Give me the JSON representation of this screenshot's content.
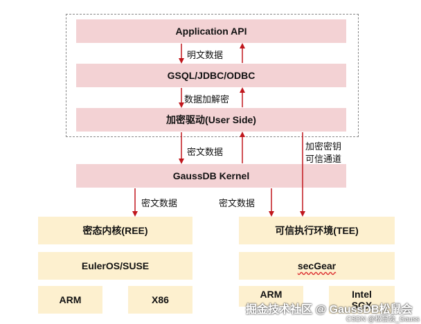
{
  "boxes": {
    "app_api": "Application API",
    "gsql": "GSQL/JDBC/ODBC",
    "driver": "加密驱动(User Side)",
    "kernel": "GaussDB Kernel",
    "ree": "密态内核(REE)",
    "euler": "EulerOS/SUSE",
    "arm_left": "ARM",
    "x86": "X86",
    "tee": "可信执行环境(TEE)",
    "secgear": "secGear",
    "arm_right": "ARM",
    "intel_line1": "Intel",
    "intel_line2": "SGX"
  },
  "labels": {
    "plaintext": "明文数据",
    "encrypt_decrypt": "数据加解密",
    "ciphertext_1": "密文数据",
    "ciphertext_2": "密文数据",
    "ciphertext_3": "密文数据",
    "key_line1": "加密密钥",
    "key_line2": "可信通道"
  },
  "watermark": {
    "main": "掘金技术社区 @ GaussDB松鼠会",
    "sub": "CSDN @松鼠会_Gauss"
  },
  "colors": {
    "pink_box": "#f3d2d4",
    "cream_box": "#fdf0cf",
    "arrow": "#c0161c",
    "dashed_border": "#888888"
  }
}
